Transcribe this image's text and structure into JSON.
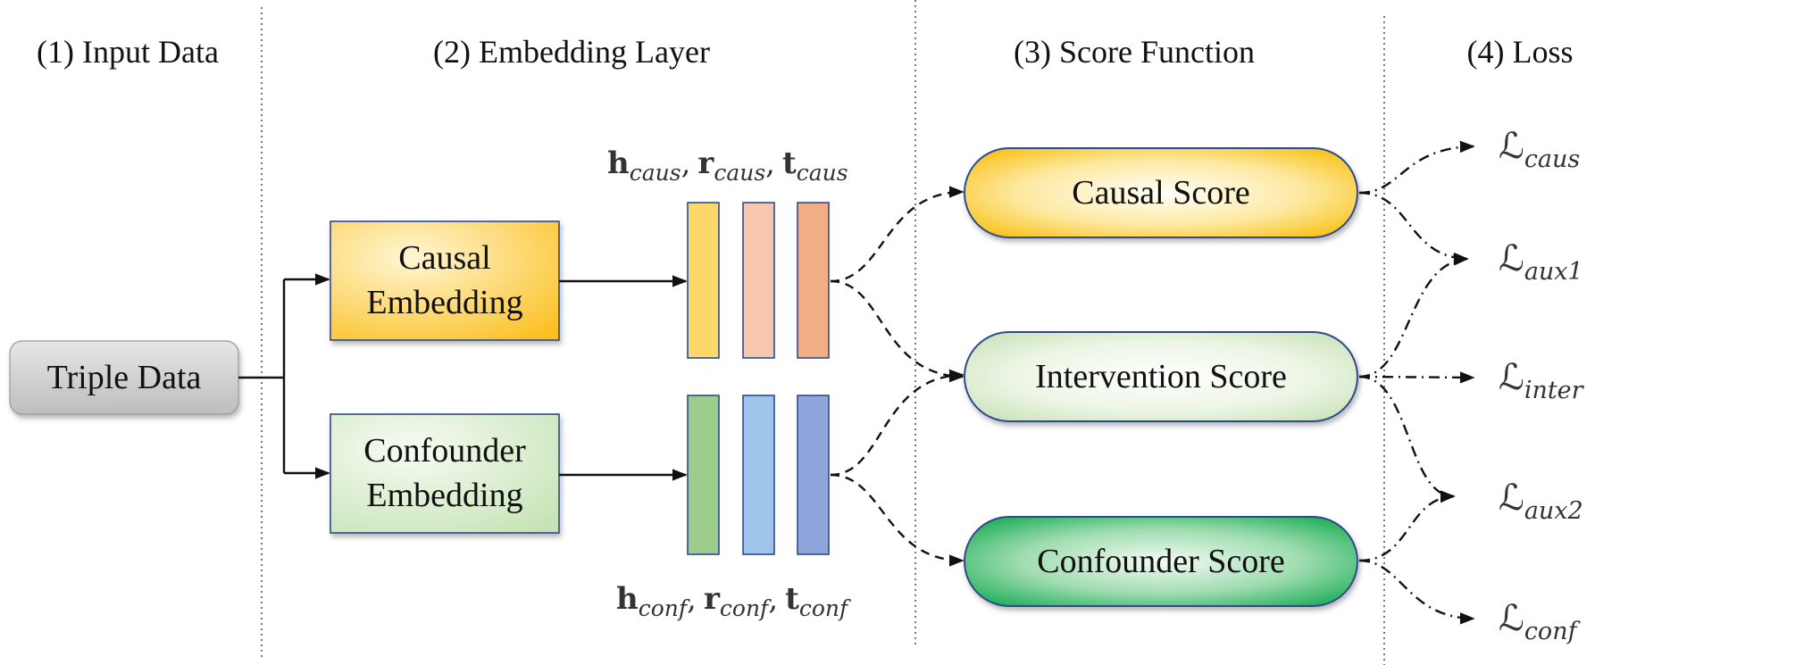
{
  "headers": {
    "input": "(1) Input Data",
    "embedding": "(2) Embedding Layer",
    "score": "(3) Score Function",
    "loss": "(4) Loss"
  },
  "nodes": {
    "triple": "Triple Data",
    "causal_embedding_line1": "Causal",
    "causal_embedding_line2": "Embedding",
    "confounder_embedding_line1": "Confounder",
    "confounder_embedding_line2": "Embedding",
    "causal_score": "Causal Score",
    "intervention_score": "Intervention Score",
    "confounder_score": "Confounder Score"
  },
  "vectors": {
    "causal": {
      "h": "h",
      "h_sub": "caus",
      "r": "r",
      "r_sub": "caus",
      "t": "t",
      "t_sub": "caus",
      "sep": ","
    },
    "confounder": {
      "h": "h",
      "h_sub": "conf",
      "r": "r",
      "r_sub": "conf",
      "t": "t",
      "t_sub": "conf",
      "sep": ","
    }
  },
  "losses": [
    {
      "symbol": "ℒ",
      "sub": "caus"
    },
    {
      "symbol": "ℒ",
      "sub": "aux1"
    },
    {
      "symbol": "ℒ",
      "sub": "inter"
    },
    {
      "symbol": "ℒ",
      "sub": "aux2"
    },
    {
      "symbol": "ℒ",
      "sub": "conf"
    }
  ],
  "colors": {
    "causal_bar1": "#fcd86a",
    "causal_bar2": "#f6c7ad",
    "causal_bar3": "#f2ad86",
    "conf_bar1": "#9dcd8c",
    "conf_bar2": "#9fc4ea",
    "conf_bar3": "#8ea6dc",
    "box_border": "#2e4a8c",
    "divider": "#555555"
  }
}
